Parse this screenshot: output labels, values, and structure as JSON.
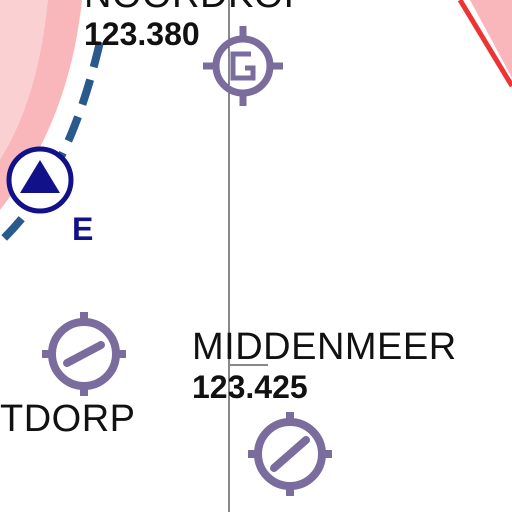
{
  "map": {
    "colors": {
      "restricted_fill": "#f9b7bb",
      "restricted_edge": "#ee3333",
      "route": "#2a5a8c",
      "airfield_symbol": "#7a6c9c",
      "waypoint": "#11118a",
      "label": "#111111",
      "background": "#ffffff"
    },
    "labels": {
      "noordkop_name": "NOORDKOP",
      "noordkop_freq": "123.380",
      "middenmeer_name": "MIDDENMEER",
      "middenmeer_freq": "123.425",
      "tdorp_name": "TDORP",
      "waypoint_e": "E"
    },
    "symbols": [
      {
        "id": "noordkop-airfield",
        "type": "airfield-g-icon"
      },
      {
        "id": "middenmeer-airfield",
        "type": "airfield-runway-icon"
      },
      {
        "id": "tdorp-airfield",
        "type": "airfield-runway-icon"
      },
      {
        "id": "waypoint-e",
        "type": "reporting-point-triangle-icon"
      }
    ]
  }
}
